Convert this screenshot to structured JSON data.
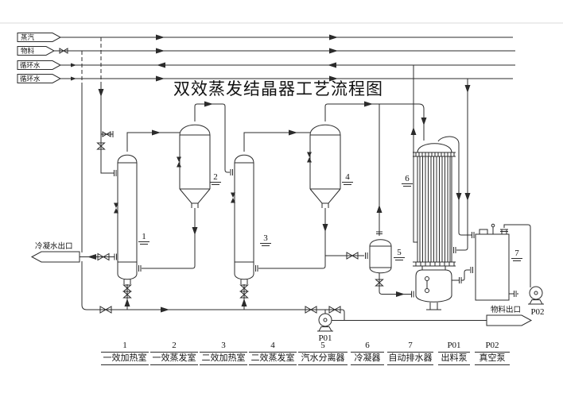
{
  "title": "双效蒸发结晶器工艺流程图",
  "streams": {
    "steam": "蒸汽",
    "feed": "物料",
    "circ_water_1": "循环水",
    "circ_water_2": "循环水",
    "condensate_outlet": "冷凝水出口",
    "product_outlet": "物料出口"
  },
  "legend": [
    {
      "code": "1",
      "name": "一效加热室"
    },
    {
      "code": "2",
      "name": "一效蒸发室"
    },
    {
      "code": "3",
      "name": "二效加热室"
    },
    {
      "code": "4",
      "name": "二效蒸发室"
    },
    {
      "code": "5",
      "name": "汽水分离器"
    },
    {
      "code": "6",
      "name": "冷凝器"
    },
    {
      "code": "7",
      "name": "自动排水器"
    },
    {
      "code": "P01",
      "name": "出料泵"
    },
    {
      "code": "P02",
      "name": "真空泵"
    }
  ],
  "colors": {
    "line": "#2b2b2b",
    "background": "#ffffff"
  }
}
